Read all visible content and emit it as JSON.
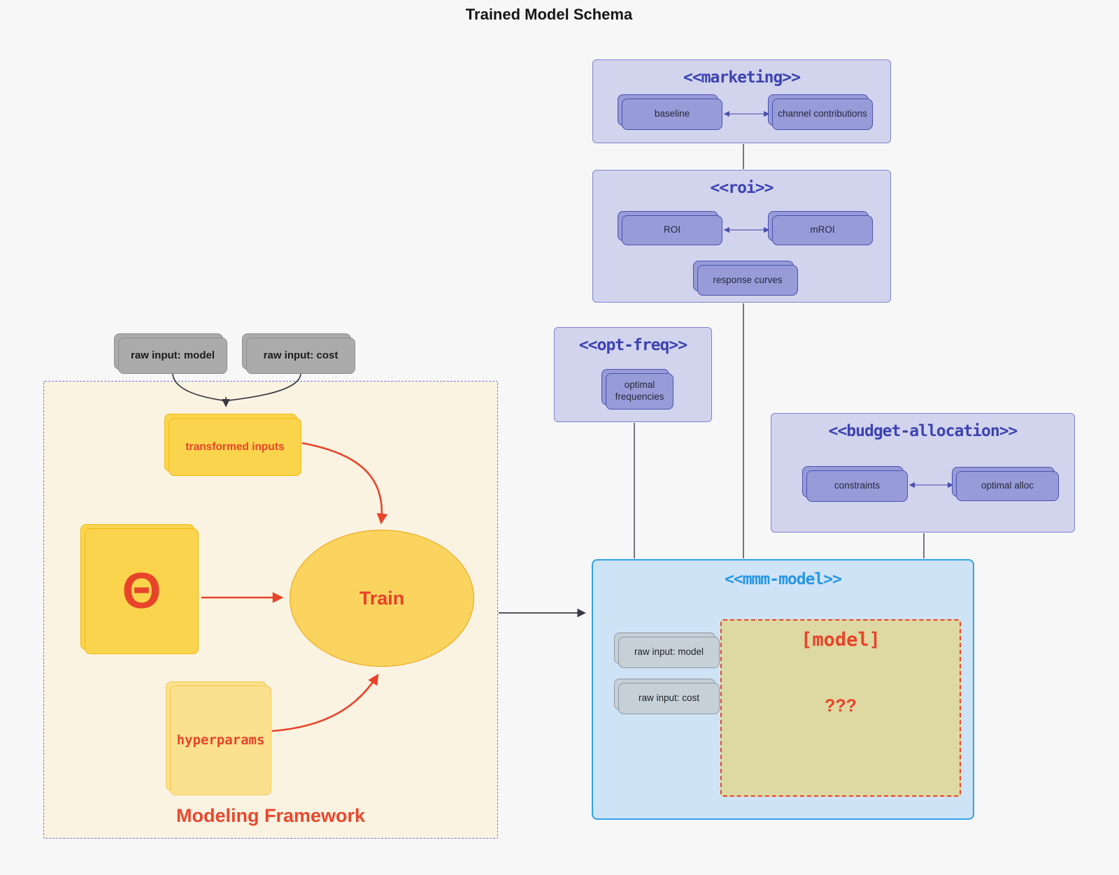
{
  "title": "Trained Model Schema",
  "marketing": {
    "title": "<<marketing>>",
    "baseline": "baseline",
    "channel_contributions": "channel contributions"
  },
  "roi": {
    "title": "<<roi>>",
    "roi": "ROI",
    "mroi": "mROI",
    "response_curves": "response curves"
  },
  "opt_freq": {
    "title": "<<opt-freq>>",
    "optimal_frequencies": "optimal frequencies"
  },
  "budget_allocation": {
    "title": "<<budget-allocation>>",
    "constraints": "constraints",
    "optimal_alloc": "optimal alloc"
  },
  "mmm_model": {
    "title": "<<mmm-model>>",
    "raw_input_model": "raw input: model",
    "raw_input_cost": "raw input: cost",
    "model_placeholder": "[model]",
    "unknown": "???"
  },
  "inputs": {
    "raw_input_model": "raw input: model",
    "raw_input_cost": "raw input: cost"
  },
  "framework": {
    "label": "Modeling Framework",
    "transformed_inputs": "transformed inputs",
    "theta": "Θ",
    "train": "Train",
    "hyperparams": "hyperparams"
  },
  "colors": {
    "background": "#f7f7f8",
    "purple_group_fill": "#d2d4ee",
    "purple_group_border": "#7e84cc",
    "purple_group_title": "#3c43b0",
    "purple_node_fill": "#979cd9",
    "purple_node_border": "#4a50ae",
    "blue_group_fill": "#cfe3f6",
    "blue_group_border": "#33a3e8",
    "blue_group_title": "#2797e4",
    "gray_node_fill": "#ababab",
    "slate_node_fill": "#c6d0d9",
    "cream_fill": "#faf3e2",
    "cream_border": "#7079d8",
    "yellow_fill": "#fbd44e",
    "light_yellow_fill": "#fbe18f",
    "khaki_fill": "#ded9a2",
    "red_accent": "#e8442a",
    "edge_dark": "#3a3a45",
    "edge_purple": "#5a60b8"
  }
}
